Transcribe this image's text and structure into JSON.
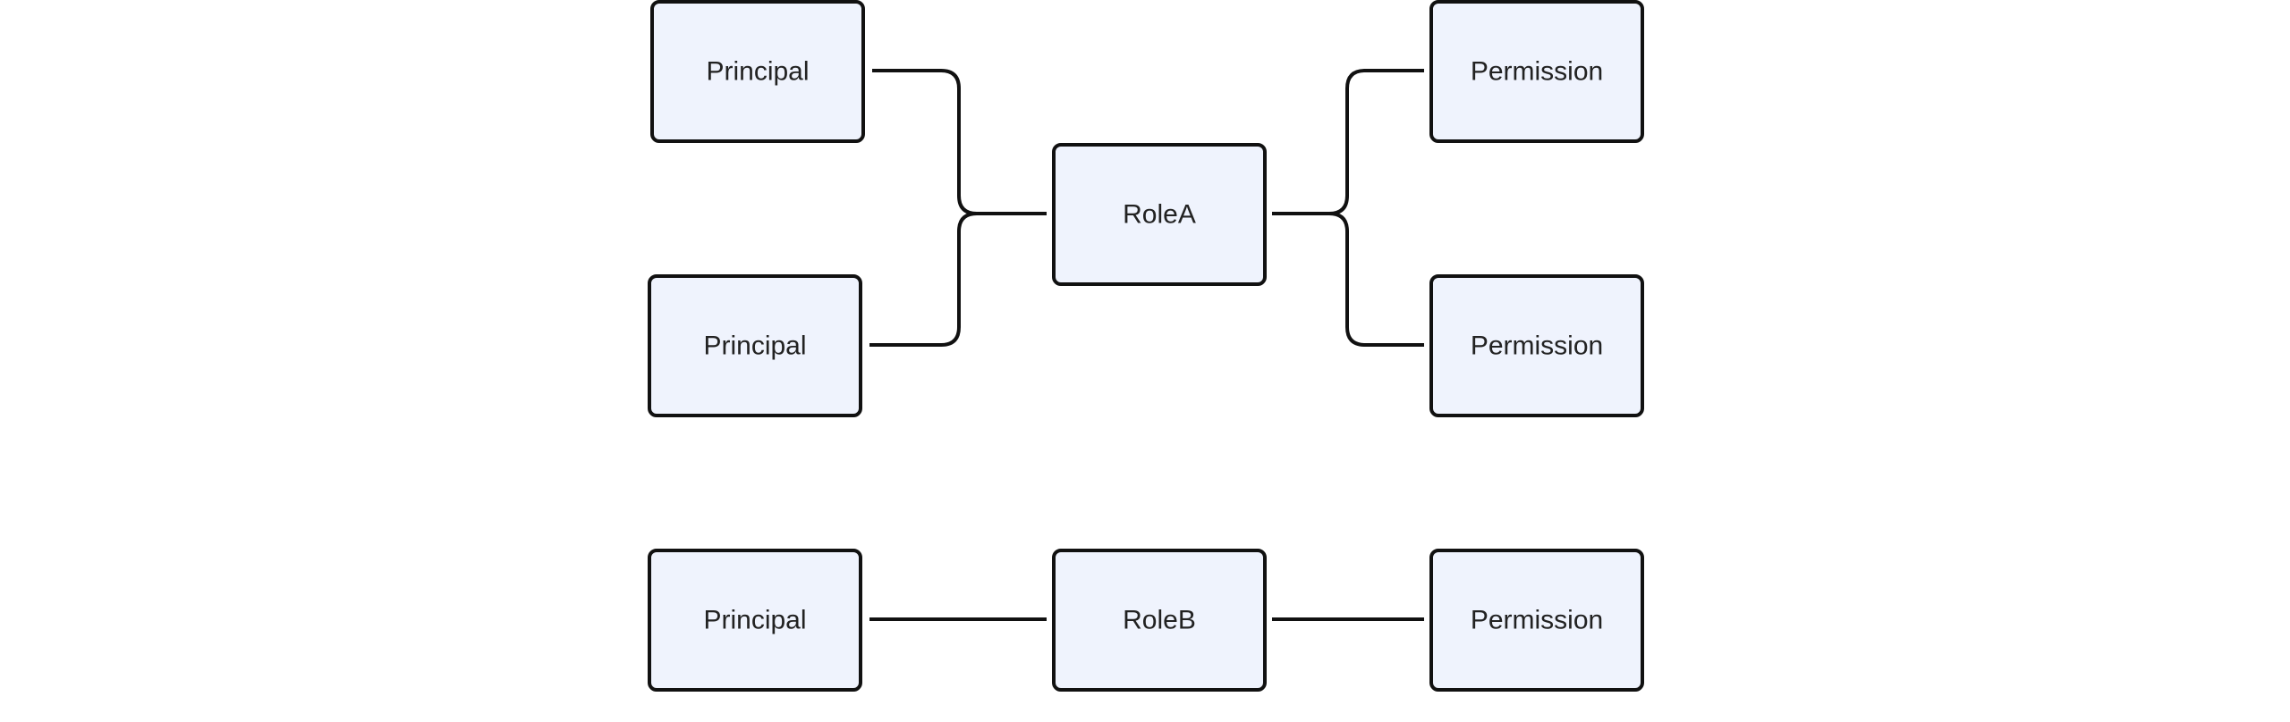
{
  "diagram": {
    "colors": {
      "node_fill": "#eff3fd",
      "node_border": "#111111",
      "edge": "#111111",
      "text": "#222222"
    },
    "nodes": {
      "principal_a1": {
        "label": "Principal"
      },
      "principal_a2": {
        "label": "Principal"
      },
      "role_a": {
        "label": "RoleA"
      },
      "permission_a1": {
        "label": "Permission"
      },
      "permission_a2": {
        "label": "Permission"
      },
      "principal_b": {
        "label": "Principal"
      },
      "role_b": {
        "label": "RoleB"
      },
      "permission_b": {
        "label": "Permission"
      }
    },
    "edges": [
      {
        "from": "principal_a1",
        "to": "role_a"
      },
      {
        "from": "principal_a2",
        "to": "role_a"
      },
      {
        "from": "role_a",
        "to": "permission_a1"
      },
      {
        "from": "role_a",
        "to": "permission_a2"
      },
      {
        "from": "principal_b",
        "to": "role_b"
      },
      {
        "from": "role_b",
        "to": "permission_b"
      }
    ]
  }
}
